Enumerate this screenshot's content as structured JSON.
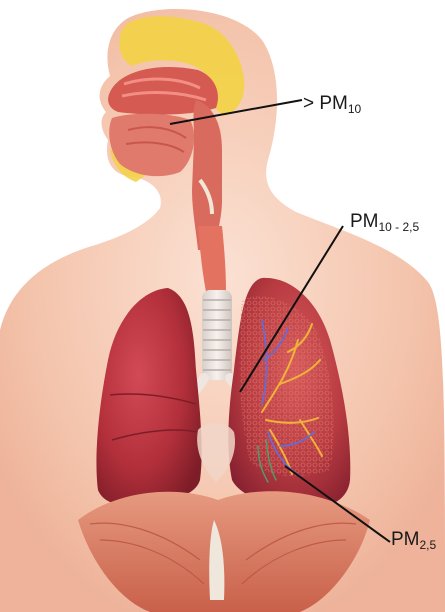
{
  "labels": {
    "pm10": {
      "prefix": "> ",
      "main": "PM",
      "sub": "10"
    },
    "pm10_25": {
      "main": "PM",
      "sub": "10 - 2,5"
    },
    "pm25": {
      "main": "PM",
      "sub": "2,5"
    }
  },
  "colors": {
    "skin": "#f6c9b3",
    "lung": "#b8303c",
    "airway": "#e07060",
    "sinus": "#f2d24a",
    "diaphragm": "#d8735a",
    "bronchi_yellow": "#f0b23a",
    "bronchi_blue": "#6a6ad0",
    "leader_line": "#111111"
  }
}
